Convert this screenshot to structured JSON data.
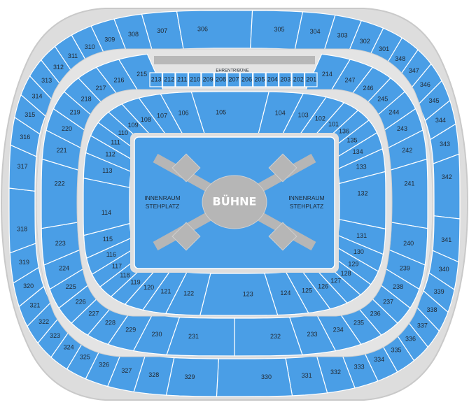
{
  "map": {
    "stage_label": "BÜHNE",
    "standing_left": [
      "INNENRAUM",
      "STEHPLATZ"
    ],
    "standing_right": [
      "INNENRAUM",
      "STEHPLATZ"
    ],
    "vip_label": "EHRENTRIBÜNE",
    "colors": {
      "section": "#4a9ee6",
      "concourse": "#dedede",
      "outline": "#c8c8c8",
      "stage": "#b5b5b5",
      "field": "#4a9ee6"
    },
    "upper_tier": [
      "307",
      "306",
      "305",
      "304",
      "303",
      "302",
      "301",
      "348",
      "347",
      "346",
      "345",
      "344",
      "343",
      "342",
      "341",
      "340",
      "339",
      "338",
      "337",
      "336",
      "335",
      "334",
      "333",
      "332",
      "331",
      "330",
      "329",
      "328",
      "327",
      "326",
      "325",
      "324",
      "323",
      "322",
      "321",
      "320",
      "319",
      "318",
      "317",
      "316",
      "315",
      "314",
      "313",
      "312",
      "311",
      "310",
      "309",
      "308"
    ],
    "middle_tier": [
      "214",
      "247",
      "246",
      "245",
      "244",
      "243",
      "242",
      "241",
      "240",
      "239",
      "238",
      "237",
      "236",
      "235",
      "234",
      "233",
      "232",
      "231",
      "230",
      "229",
      "228",
      "227",
      "226",
      "225",
      "224",
      "223",
      "222",
      "221",
      "220",
      "219",
      "218",
      "217",
      "216",
      "215"
    ],
    "vip_boxes": [
      "213",
      "212",
      "211",
      "210",
      "209",
      "208",
      "207",
      "206",
      "205",
      "204",
      "203",
      "202",
      "201"
    ],
    "lower_tier": [
      "107",
      "106",
      "105",
      "104",
      "103",
      "102",
      "101",
      "136",
      "135",
      "134",
      "133",
      "132",
      "131",
      "130",
      "129",
      "128",
      "127",
      "126",
      "125",
      "124",
      "123",
      "122",
      "121",
      "120",
      "119",
      "118",
      "117",
      "116",
      "115",
      "114",
      "113",
      "112",
      "111",
      "110",
      "109",
      "108"
    ]
  }
}
